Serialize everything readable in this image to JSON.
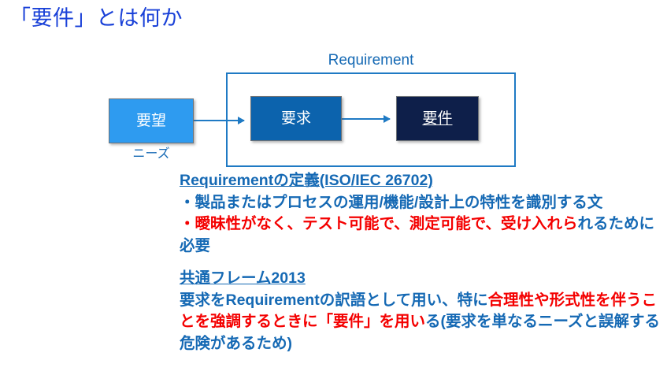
{
  "slide": {
    "title": "「要件」とは何か",
    "title_color": "#1a41d8"
  },
  "diagram": {
    "group_label": "Requirement",
    "group_label_color": "#1569b4",
    "nodes": [
      {
        "name": "needs",
        "label": "要望",
        "caption": "ニーズ",
        "color": "#2e9bf0",
        "underline": false
      },
      {
        "name": "request",
        "label": "要求",
        "caption": "",
        "color": "#0c63ad",
        "underline": false
      },
      {
        "name": "requirement",
        "label": "要件",
        "caption": "",
        "color": "#0e1f4a",
        "underline": true
      }
    ],
    "arrow_color": "#1f7ac4",
    "group_border_color": "#1f7ac4"
  },
  "body": {
    "section1": {
      "heading": "Requirementの定義(ISO/IEC 26702)",
      "line1_blue": "・製品またはプロセスの運用/機能/設計上の特性を識別する文",
      "line2_red": "・曖昧性がなく、テスト可能で、測定可能で、受け",
      "line3_red_head": "入れら",
      "line3_blue_tail": "れるために必要"
    },
    "section2": {
      "heading": "共通フレーム2013",
      "line1_blue": "要求をRequirementの訳語として用い、特に",
      "line1_red_tail": "合理性",
      "line2_red": "や形式性を伴うことを強調するときに「要件」を用い",
      "line3_blue": "る(要求を単なるニーズと誤解する危険があるため)"
    }
  },
  "colors": {
    "blue_text": "#1569b4",
    "red_text": "#f40000",
    "title_blue": "#1a41d8"
  }
}
